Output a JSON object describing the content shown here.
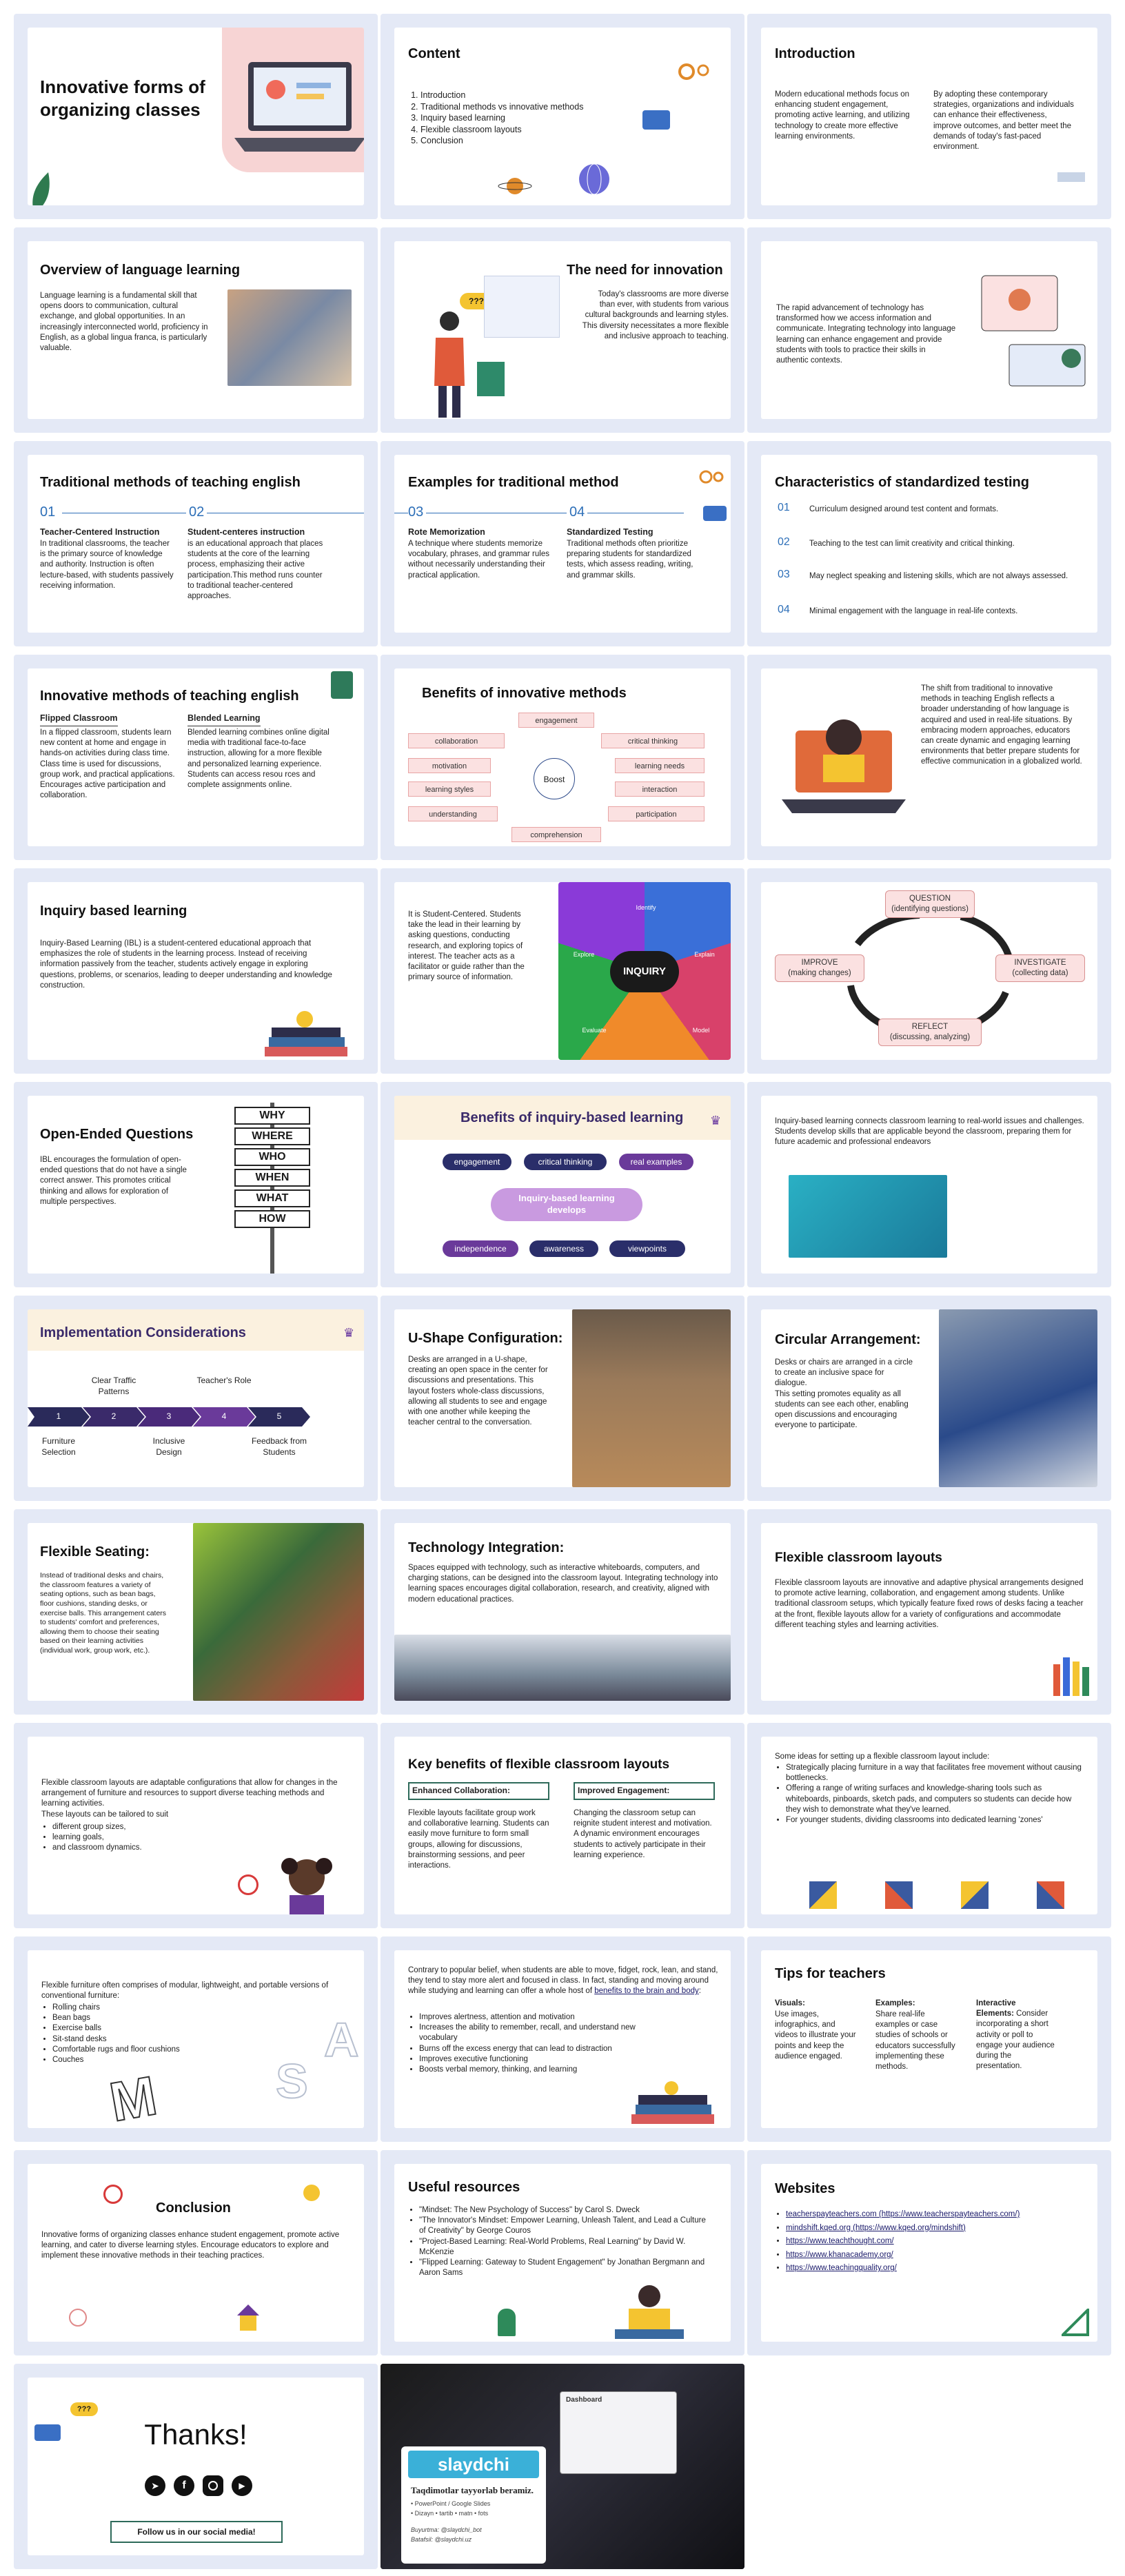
{
  "s1": {
    "title": "Innovative forms of organizing classes"
  },
  "s2": {
    "title": "Content",
    "items": [
      "Introduction",
      "Traditional methods vs innovative methods",
      "Inquiry based learning",
      "Flexible classroom layouts",
      "Conclusion"
    ]
  },
  "s3": {
    "title": "Introduction",
    "col1": "Modern educational methods focus on enhancing student engagement, promoting active learning, and utilizing technology to create more effective learning environments.",
    "col2": "By adopting these contemporary strategies, organizations and individuals can enhance their effectiveness, improve outcomes, and better meet the demands of today's fast-paced environment."
  },
  "s4": {
    "title": "Overview of language learning",
    "body": "Language learning is a fundamental skill that opens doors to communication, cultural exchange, and global opportunities. In an increasingly interconnected world, proficiency in English, as a global lingua franca, is particularly valuable."
  },
  "s5": {
    "title": "The need for innovation",
    "bubble": "???",
    "body": "Today's classrooms are more diverse than ever, with students from various cultural backgrounds and learning styles. This diversity necessitates a more flexible and inclusive approach to teaching."
  },
  "s6": {
    "body": "The rapid advancement of technology has transformed how we access information and communicate. Integrating technology into language learning can enhance engagement and provide students with tools to practice their skills in authentic contexts."
  },
  "s7": {
    "title": "Traditional methods of teaching english",
    "n1": "01",
    "h1": "Teacher-Centered Instruction",
    "b1": "In traditional classrooms, the teacher is the primary source of knowledge and authority. Instruction is often lecture-based, with students passively receiving information.",
    "n2": "02",
    "h2": "Student-centeres instruction",
    "b2": "is an educational approach that places students at the core of the learning process, emphasizing their active participation.This method runs counter to traditional teacher-centered approaches."
  },
  "s8": {
    "title": "Examples for traditional method",
    "n3": "03",
    "h3": "Rote Memorization",
    "b3": "A technique where students memorize vocabulary, phrases, and grammar rules without necessarily understanding their practical application.",
    "n4": "04",
    "h4": "Standardized Testing",
    "b4": "Traditional methods often prioritize preparing students for standardized tests, which assess reading, writing, and grammar skills."
  },
  "s9": {
    "title": "Characteristics of standardized testing",
    "items": [
      {
        "n": "01",
        "t": "Curriculum designed around test content and formats."
      },
      {
        "n": "02",
        "t": "Teaching to the test can limit creativity and critical thinking."
      },
      {
        "n": "03",
        "t": "May neglect speaking and listening skills, which are not always assessed."
      },
      {
        "n": "04",
        "t": "Minimal engagement with the language in real-life contexts."
      }
    ]
  },
  "s10": {
    "title": "Innovative methods of teaching english",
    "h1": "Flipped Classroom",
    "b1": "In a flipped classroom, students learn new content at home and engage in hands-on activities during class time. Class time is used for discussions, group work, and practical applications. Encourages active participation and collaboration.",
    "h2": "Blended Learning",
    "b2": "Blended learning combines online digital media with traditional face-to-face instruction, allowing for a more flexible and personalized learning experience. Students can access resou rces and complete assignments online."
  },
  "s11": {
    "title": "Benefits of innovative methods",
    "center": "Boost",
    "items": [
      "engagement",
      "collaboration",
      "critical thinking",
      "motivation",
      "learning needs",
      "learning styles",
      "interaction",
      "understanding",
      "participation",
      "comprehension"
    ]
  },
  "s12": {
    "body": "The shift from traditional to innovative methods in teaching English reflects a broader understanding of how language is acquired and used in real-life situations. By embracing modern approaches, educators can create dynamic and engaging learning environments that better prepare students for effective communication in a globalized world."
  },
  "s13": {
    "title": "Inquiry based learning",
    "body": "Inquiry-Based Learning (IBL) is a student-centered educational approach that emphasizes the role of students in the learning process. Instead of receiving information passively from the teacher, students actively engage in exploring questions, problems, or scenarios, leading to deeper understanding and knowledge construction."
  },
  "s14": {
    "body": "It is Student-Centered. Students take the lead in their learning by asking questions, conducting research, and exploring topics of interest. The teacher acts as a facilitator or guide rather than the primary source of information.",
    "center": "INQUIRY",
    "labels": [
      "Identify",
      "Explore",
      "Explain",
      "Evaluate",
      "Model"
    ]
  },
  "s15": {
    "nodes": [
      {
        "h": "QUESTION",
        "s": "(identifying questions)"
      },
      {
        "h": "INVESTIGATE",
        "s": "(collecting data)"
      },
      {
        "h": "REFLECT",
        "s": "(discussing, analyzing)"
      },
      {
        "h": "IMPROVE",
        "s": "(making changes)"
      }
    ]
  },
  "s16": {
    "title": "Open-Ended Questions",
    "body": "IBL encourages the formulation of open-ended questions that do not have a single correct answer. This promotes critical thinking and allows for exploration of multiple perspectives.",
    "signs": [
      "WHY",
      "WHERE",
      "WHO",
      "WHEN",
      "WHAT",
      "HOW"
    ]
  },
  "s17": {
    "title": "Benefits of inquiry-based learning",
    "top": [
      "engagement",
      "critical thinking",
      "real examples"
    ],
    "center": "Inquiry-based learning develops",
    "bottom": [
      "independence",
      "awareness",
      "viewpoints"
    ]
  },
  "s18": {
    "body": "Inquiry-based learning connects classroom learning to real-world issues and challenges. Students develop skills that are applicable beyond the classroom, preparing them for future academic and professional endeavors"
  },
  "s19": {
    "title": "Implementation Considerations",
    "steps": [
      "1",
      "2",
      "3",
      "4",
      "5"
    ],
    "top": [
      "",
      "Clear Traffic Patterns",
      "",
      "Teacher's Role",
      ""
    ],
    "bottom": [
      "Furniture Selection",
      "",
      "Inclusive Design",
      "",
      "Feedback from Students"
    ]
  },
  "s20": {
    "title": "U-Shape Configuration:",
    "body": "Desks are arranged in a U-shape, creating an open space in the center for discussions and presentations. This layout fosters whole-class discussions, allowing all students to see and engage with one another while keeping the teacher central to the conversation."
  },
  "s21": {
    "title": "Circular Arrangement:",
    "body": "Desks or chairs are arranged in a circle to create an inclusive space for dialogue.\nThis setting promotes equality as all students can see each other, enabling open discussions and encouraging everyone to participate."
  },
  "s22": {
    "title": "Flexible Seating:",
    "body": "Instead of traditional desks and chairs, the classroom features a variety of seating options, such as bean bags, floor cushions, standing desks, or exercise balls. This arrangement caters to students' comfort and preferences, allowing them to choose their seating based on their learning activities (individual work, group work, etc.)."
  },
  "s23": {
    "title": "Technology Integration:",
    "body": "Spaces equipped with technology, such as interactive whiteboards, computers, and charging stations, can be designed into the classroom layout. Integrating technology into learning spaces encourages digital collaboration, research, and creativity, aligned with modern educational practices."
  },
  "s24": {
    "title": "Flexible classroom layouts",
    "body": "Flexible classroom layouts are innovative and adaptive physical arrangements designed to promote active learning, collaboration, and engagement among students. Unlike traditional classroom setups, which typically feature fixed rows of desks facing a teacher at the front, flexible layouts allow for a variety of configurations and accommodate different teaching styles and learning activities."
  },
  "s25": {
    "body": "Flexible classroom layouts are adaptable configurations that allow for changes in the arrangement of furniture and resources to support diverse teaching methods and learning activities.\nThese layouts can be tailored to suit",
    "items": [
      "different group sizes,",
      "learning goals,",
      "and classroom dynamics."
    ]
  },
  "s26": {
    "title": "Key benefits of flexible classroom layouts",
    "h1": "Enhanced Collaboration:",
    "b1": "Flexible layouts facilitate group work and collaborative learning. Students can easily move furniture to form small groups, allowing for discussions, brainstorming sessions, and peer interactions.",
    "h2": "Improved Engagement:",
    "b2": "Changing the classroom setup can reignite student interest and motivation. A dynamic environment encourages students to actively participate in their learning experience."
  },
  "s27": {
    "intro": "Some ideas for setting up a flexible classroom layout include:",
    "items": [
      "Strategically placing furniture in a way that facilitates free movement without causing bottlenecks.",
      "Offering a range of writing surfaces and knowledge-sharing tools such as whiteboards, pinboards, sketch pads, and computers so students can decide how they wish to demonstrate what they've learned.",
      "For younger students, dividing classrooms into dedicated learning 'zones'"
    ]
  },
  "s28": {
    "intro": "Flexible furniture often comprises of modular, lightweight, and portable versions of conventional furniture:",
    "items": [
      "Rolling chairs",
      "Bean bags",
      "Exercise balls",
      "Sit-stand desks",
      "Comfortable rugs and floor cushions",
      "Couches"
    ],
    "letters": [
      "M",
      "S",
      "A"
    ]
  },
  "s29": {
    "intro": "Contrary to popular belief, when students are able to move, fidget, rock, lean, and stand, they tend to stay more alert and focused in class. In fact, standing and moving around while studying and learning can offer a whole host of",
    "link": "benefits to the brain and body",
    "after": ":",
    "items": [
      "Improves alertness, attention and motivation",
      "Increases the ability to remember, recall, and understand new vocabulary",
      "Burns off the excess energy that can lead to distraction",
      "Improves executive functioning",
      "Boosts verbal memory, thinking, and learning"
    ]
  },
  "s30": {
    "title": "Tips for teachers",
    "h1": "Visuals:",
    "b1": "Use images, infographics, and videos to illustrate your points and keep the audience engaged.",
    "h2": "Examples:",
    "b2": "Share real-life examples or case studies of schools or educators successfully implementing these methods.",
    "h3": "Interactive Elements:",
    "b3": "Consider incorporating a short activity or poll to engage your audience during the presentation."
  },
  "s31": {
    "title": "Conclusion",
    "body": "Innovative forms of organizing classes enhance student engagement, promote active learning, and cater to diverse learning styles. Encourage educators to explore and implement these innovative methods in their teaching practices."
  },
  "s32": {
    "title": "Useful resources",
    "items": [
      "\"Mindset: The New Psychology of Success\" by Carol S. Dweck",
      "\"The Innovator's Mindset: Empower Learning, Unleash Talent, and Lead a Culture of Creativity\" by George Couros",
      "\"Project-Based Learning: Real-World Problems, Real Learning\" by David W. McKenzie",
      "\"Flipped Learning: Gateway to Student Engagement\" by Jonathan Bergmann and Aaron Sams"
    ]
  },
  "s33": {
    "title": "Websites",
    "items": [
      "teacherspayteachers.com (https://www.teacherspayteachers.com/)",
      "mindshift.kqed.org (https://www.kqed.org/mindshift)",
      "https://www.teachthought.com/",
      "https://www.khanacademy.org/",
      "https://www.teachingquality.org/"
    ]
  },
  "s34": {
    "title": "Thanks!",
    "bubble": "???",
    "button": "Follow us in our social media!",
    "icons": [
      "telegram-icon",
      "facebook-icon",
      "instagram-icon",
      "youtube-icon"
    ]
  },
  "s35": {
    "brand": "slaydchi",
    "tagline": "Taqdimotlar tayyorlab beramiz.",
    "line1": "• PowerPoint / Google Slides",
    "line2": "• Dizayn • tartib • matn • fots",
    "line3": "Buyurtma: @slaydchi_bot",
    "line4": "Batafsil: @slaydchi.uz",
    "dash": "Dashboard"
  }
}
